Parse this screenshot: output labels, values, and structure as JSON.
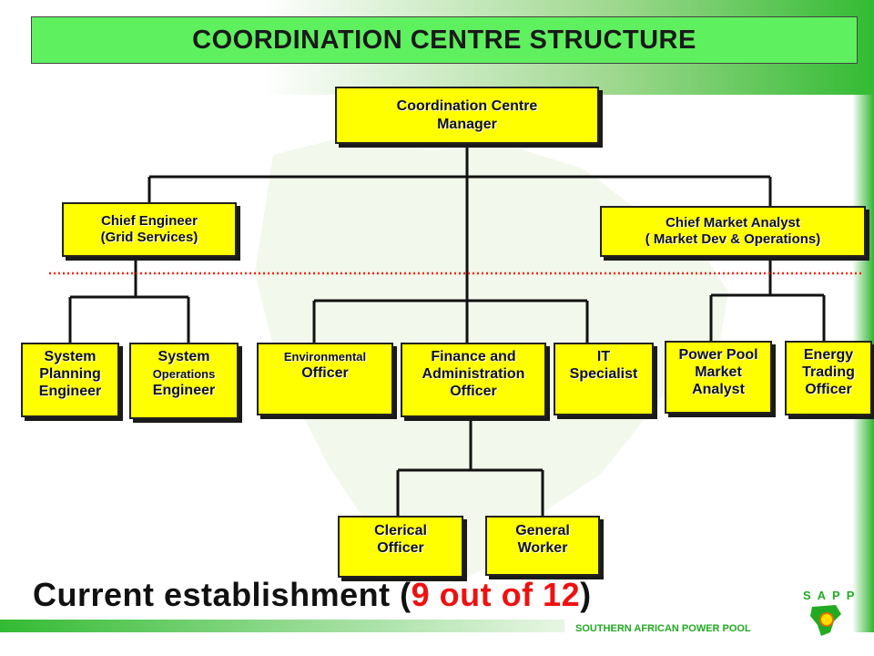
{
  "title": "COORDINATION CENTRE STRUCTURE",
  "manager": {
    "line1": "Coordination Centre",
    "line2": "Manager"
  },
  "chief_engineer": {
    "line1": "Chief Engineer",
    "line2": "(Grid Services)"
  },
  "chief_market_analyst": {
    "line1": "Chief Market Analyst",
    "line2": "( Market Dev & Operations)"
  },
  "system_planning": {
    "line1": "System",
    "line2": "Planning",
    "line3": "Engineer"
  },
  "system_operations": {
    "line1": "System",
    "line2": "Operations",
    "line3": "Engineer"
  },
  "environmental": {
    "line1": "Environmental",
    "line2": "Officer"
  },
  "finance": {
    "line1": "Finance and",
    "line2": "Administration",
    "line3": "Officer"
  },
  "it": {
    "line1": "IT",
    "line2": "Specialist"
  },
  "power_pool": {
    "line1": "Power Pool",
    "line2": "Market",
    "line3": "Analyst"
  },
  "energy_trading": {
    "line1": "Energy",
    "line2": "Trading",
    "line3": "Officer"
  },
  "clerical": {
    "line1": "Clerical",
    "line2": "Officer"
  },
  "general_worker": {
    "line1": "General",
    "line2": "Worker"
  },
  "footer": {
    "prefix": "Current establishment (",
    "count": "9 out of 12",
    "suffix": ")"
  },
  "logo": {
    "letters": "SAPP",
    "name": "SOUTHERN AFRICAN POWER POOL"
  },
  "colors": {
    "box": "#ffff00",
    "title_bar": "#5ff05f",
    "accent_green": "#22aa22",
    "dotted_line": "#ff2200",
    "count_red": "#ee1111"
  }
}
